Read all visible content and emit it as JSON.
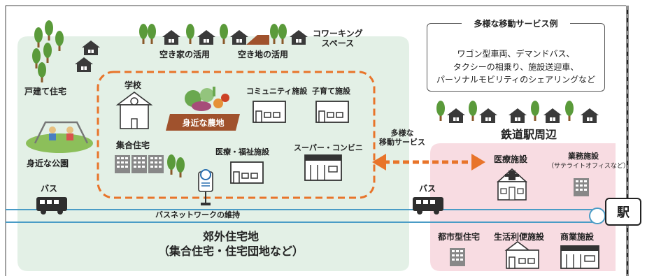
{
  "suburb": {
    "detached_housing": "戸建て住宅",
    "nearby_park": "身近な公園",
    "vacant_house": "空き家の活用",
    "vacant_lot": "空き地の活用",
    "coworking": "コワーキング\nスペース",
    "school": "学校",
    "nearby_farm": "身近な農地",
    "community_facility": "コミュニティ施設",
    "childcare_facility": "子育て施設",
    "apartment_housing": "集合住宅",
    "medical_welfare": "医療・福祉施設",
    "supermarket": "スーパー・コンビニ",
    "area_title": "郊外住宅地",
    "area_subtitle": "（集合住宅・住宅団地など）"
  },
  "transport": {
    "bus_left": "バス",
    "bus_right": "バス",
    "bus_network": "バスネットワークの維持",
    "mobility_link": "多様な\n移動サービス"
  },
  "legend": {
    "title": "多様な移動サービス例",
    "body": "ワゴン型車両、デマンドバス、\nタクシーの相乗り、施設送迎車、\nパーソナルモビリティのシェアリングなど"
  },
  "station_area": {
    "title": "鉄道駅周辺",
    "medical": "医療施設",
    "business": "業務施設",
    "business_note": "（サテライトオフィスなど）",
    "urban_housing": "都市型住宅",
    "convenience": "生活利便施設",
    "commercial": "商業施設",
    "station": "駅"
  },
  "colors": {
    "suburb_bg": "#e3f0e6",
    "station_bg": "#f8dce2",
    "accent_orange": "#e8742a",
    "bus_line": "#4a9cc6",
    "farm_tag": "#a0522d",
    "tree_green": "#5a9a3a",
    "trunk": "#8a5a2b",
    "gray_building": "#888888"
  }
}
